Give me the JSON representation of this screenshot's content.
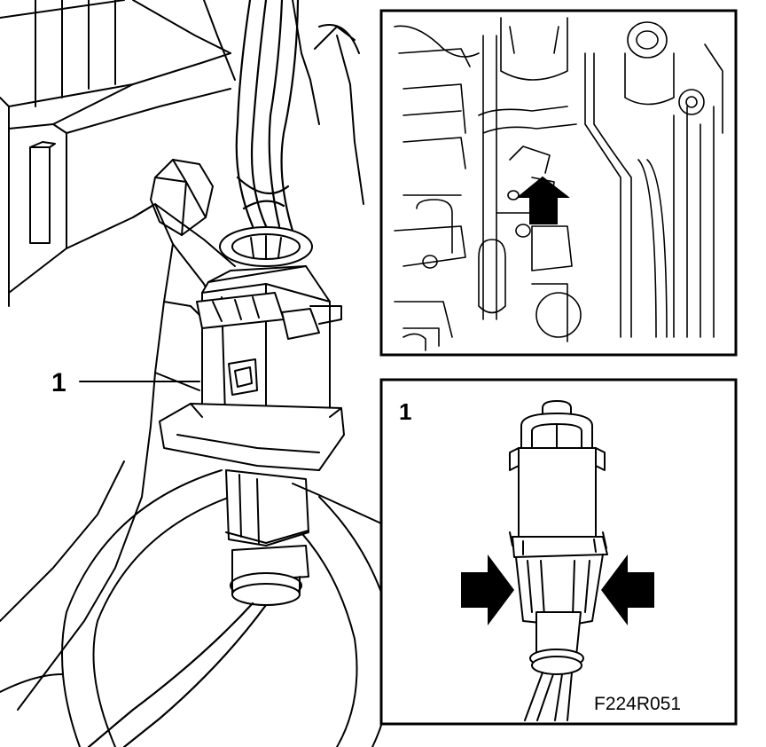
{
  "callouts": {
    "main_label": "1",
    "inset_label": "1"
  },
  "figure_id": "F224R051",
  "colors": {
    "ink": "#000000",
    "paper": "#ffffff"
  }
}
